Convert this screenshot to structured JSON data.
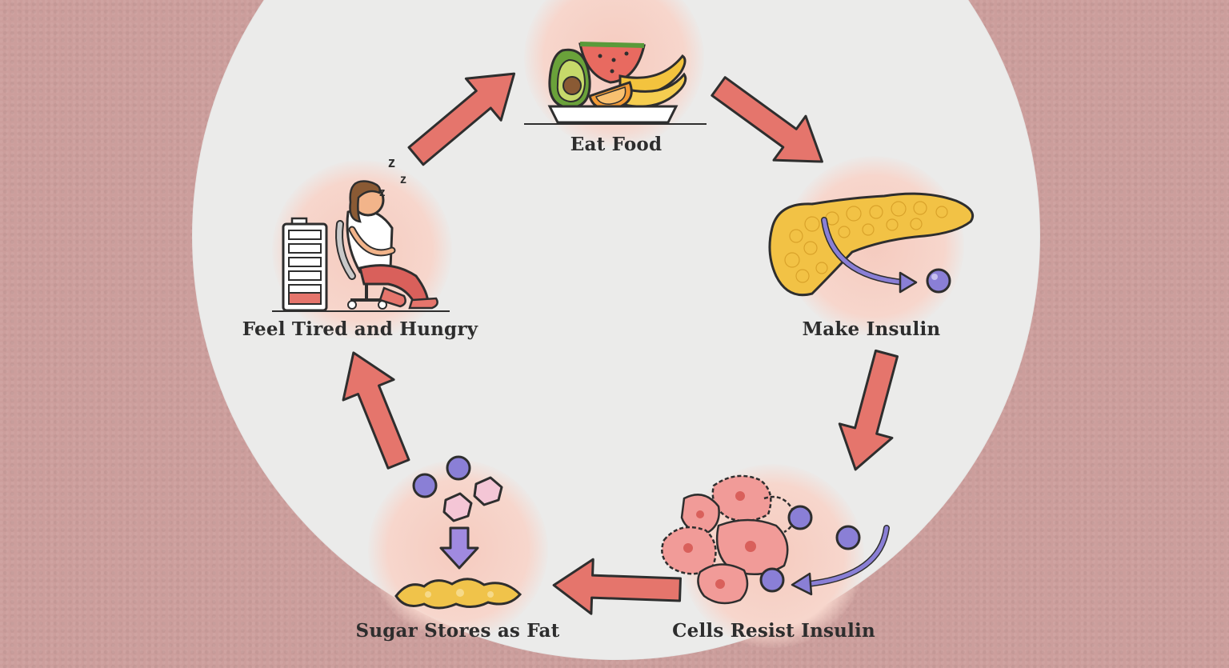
{
  "cycle": {
    "steps": [
      {
        "label": "Eat Food"
      },
      {
        "label": "Make Insulin"
      },
      {
        "label": "Cells Resist Insulin"
      },
      {
        "label": "Sugar Stores as Fat"
      },
      {
        "label": "Feel Tired and Hungry"
      }
    ],
    "sleep_text": "z z z"
  },
  "colors": {
    "background": "#cc9e9c",
    "circle": "#ebebea",
    "arrow": "#e5756c",
    "arrow_stroke": "#2e2e2e",
    "halo": "#f5cbbf",
    "insulin": "#8a7fd6",
    "fat": "#f0c34a",
    "cells": "#f19b98"
  }
}
